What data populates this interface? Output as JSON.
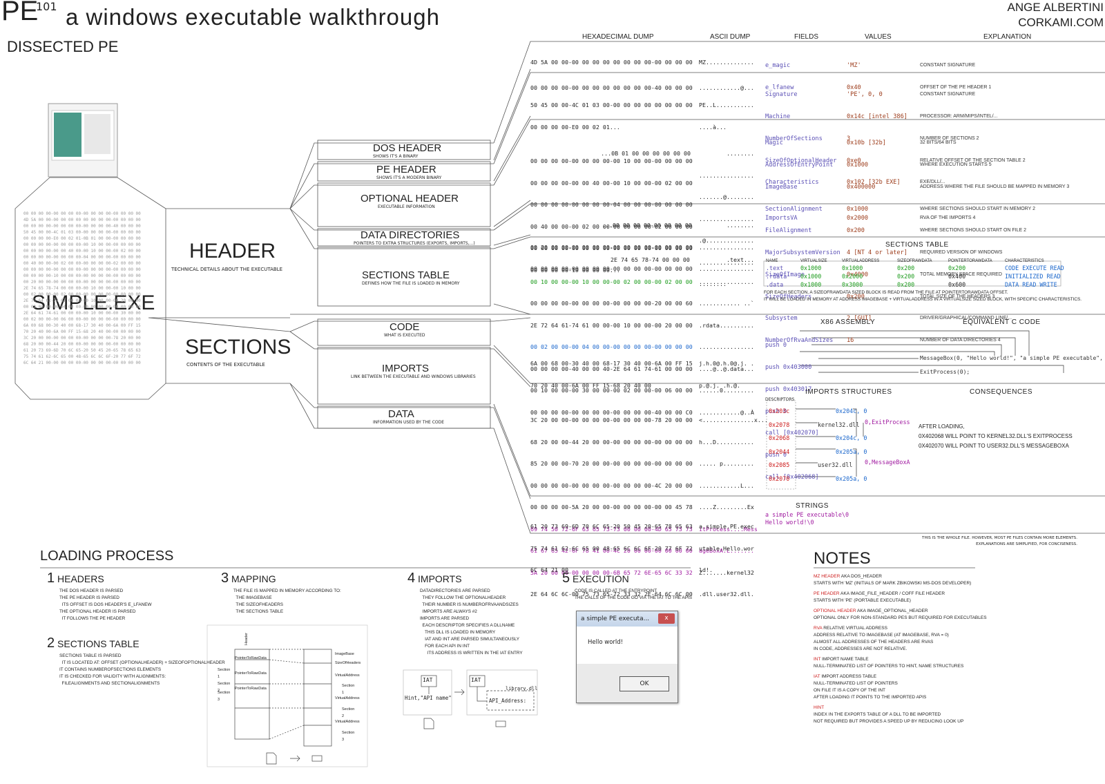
{
  "title": {
    "pe": "PE",
    "sup": "101",
    "subtitle": "a windows executable walkthrough",
    "author": "ANGE ALBERTINI",
    "site": "CORKAMI.COM"
  },
  "heading": "DISSECTED PE",
  "columns": {
    "hex": "HEXADECIMAL DUMP",
    "ascii": "ASCII DUMP",
    "fields": "FIELDS",
    "values": "VALUES",
    "explanation": "EXPLANATION"
  },
  "left": {
    "file": "SIMPLE.EXE",
    "header": "HEADER",
    "header_sub": "TECHNICAL DETAILS ABOUT THE EXECUTABLE",
    "sections": "SECTIONS",
    "sections_sub": "CONTENTS OF THE EXECUTABLE"
  },
  "mid": [
    {
      "title": "DOS HEADER",
      "sub": "SHOWS IT'S A BINARY"
    },
    {
      "title": "PE HEADER",
      "sub": "SHOWS IT'S A MODERN BINARY"
    },
    {
      "title": "OPTIONAL HEADER",
      "sub": "EXECUTABLE INFORMATION"
    },
    {
      "title": "DATA DIRECTORIES",
      "sub": "POINTERS TO EXTRA STRUCTURES (EXPORTS, IMPORTS,...)"
    },
    {
      "title": "SECTIONS TABLE",
      "sub": "DEFINES HOW THE FILE IS LOADED IN MEMORY"
    },
    {
      "title": "CODE",
      "sub": "WHAT IS EXECUTED"
    },
    {
      "title": "IMPORTS",
      "sub": "LINK BETWEEN THE EXECUTABLE AND WINDOWS LIBRARIES"
    },
    {
      "title": "DATA",
      "sub": "INFORMATION USED BY THE CODE"
    }
  ],
  "dos": {
    "hex": [
      "4D 5A 00 00-00 00 00 00 00 00 00 00-00 00 00 00",
      "00 00 00 00-00 00 00 00 00 00 00 00-40 00 00 00"
    ],
    "ascii": [
      "MZ..............",
      "............@..."
    ],
    "fields": [
      "e_magic",
      "e_lfanew"
    ],
    "values": [
      "'MZ'",
      "0x40"
    ],
    "exp": [
      "CONSTANT SIGNATURE",
      "OFFSET OF THE PE HEADER 1"
    ]
  },
  "pe": {
    "hex": [
      "50 45 00 00-4C 01 03 00-00 00 00 00 00 00 00 00",
      "00 00 00 00-E0 00 02 01..."
    ],
    "ascii": [
      "PE..L...........",
      "....à..."
    ],
    "fields": [
      "Signature",
      "Machine",
      "NumberOfSections",
      "SizeOfOptionalHeader",
      "Characteristics"
    ],
    "values": [
      "'PE', 0, 0",
      "0x14c [intel 386]",
      "3",
      "0xe0",
      "0x102 [32b EXE]"
    ],
    "exp": [
      "CONSTANT SIGNATURE",
      "PROCESSOR: ARM/MIPS/INTEL/...",
      "NUMBER OF SECTIONS 2",
      "RELATIVE OFFSET OF THE SECTION TABLE 2",
      "EXE/DLL/..."
    ]
  },
  "opt": {
    "hex": [
      "...0B 01 00 00 00 00 00 00",
      "00 00 00 00-00 00 00 00-00 10 00 00-00 00 00 00",
      "00 00 00 00-00 00 40 00-00 10 00 00-00 02 00 00",
      "00 00 00 00-00 00 00 00-04 00 00 00-00 00 00 00",
      "00 40 00 00-00 02 00 00-00 00 00 00-02 00 00 00",
      "00 00 00 00-00 00 00 00-00 00 00 00-00 00 00 00",
      "00 00 00 00-10 00 00 00..."
    ],
    "ascii": [
      "........",
      "................",
      ".......@........",
      "................",
      ".@..............",
      "................",
      "........"
    ],
    "fields": [
      "Magic",
      "AddressOfEntryPoint",
      "ImageBase",
      "SectionAlignment",
      "FileAlignment",
      "MajorSubsystemVersion",
      "SizeOfImage",
      "SizeOfHeaders",
      "Subsystem",
      "NumberOfRvaAndSizes"
    ],
    "values": [
      "0x10b [32b]",
      "0x1000",
      "0x400000",
      "0x1000",
      "0x200",
      "4 [NT 4 or later]",
      "0x4000",
      "0x200",
      "2 [GUI]",
      "16"
    ],
    "exp": [
      "32 BITS/64 BITS",
      "WHERE EXECUTION STARTS 5",
      "ADDRESS WHERE THE FILE SHOULD BE MAPPED IN MEMORY 3",
      "WHERE SECTIONS SHOULD START IN MEMORY 2",
      "WHERE SECTIONS SHOULD START ON FILE 2",
      "REQUIRED VERSION OF WINDOWS",
      "TOTAL MEMORY SPACE REQUIRED",
      "TOTAL SIZE OF THE HEADERS 3",
      "DRIVER/GRAPHICAL/COMMAND LINE/...",
      "NUMBER OF DATA DIRECTORIES 4"
    ]
  },
  "dd": {
    "hex": [
      "...00 00 00 00-00 00 00 00",
      "00 20 00 00-00 00 00 00-00 00 00 00-00 00 00 00",
      "00 00 00 00-00 00 00 00-00 00 00 00-00 00 00 00"
    ],
    "ascii": [
      "........",
      "................",
      "................"
    ],
    "fields": [
      "ImportsVA"
    ],
    "values": [
      "0x2000"
    ],
    "exp": [
      "RVA OF THE IMPORTS 4"
    ]
  },
  "st": {
    "hex": [
      "2E 74 65 78-74 00 00 00",
      "00 10 00 00-00 10 00 00-00 02 00 00-00 02 00 00",
      "00 00 00 00-00 00 00 00-00 00 00 00-20 00 00 60",
      "2E 72 64 61-74 61 00 00-00 10 00 00-00 20 00 00",
      "00 02 00 00-00 04 00 00-00 00 00 00-00 00 00 00",
      "00 00 00 00-40 00 00 40-2E 64 61 74-61 00 00 00",
      "00 10 00 00-00 30 00 00-00 02 00 00-00 06 00 00",
      "00 00 00 00-00 00 00 00-00 00 00 00-40 00 00 C0"
    ],
    "ascii": [
      ".text...",
      "................",
      "............ ..`",
      ".rdata..........",
      "................",
      "....@..@.data...",
      "......0.........",
      "............@..À"
    ],
    "title": "SECTIONS TABLE",
    "cols": [
      "NAME",
      "VIRTUALSIZE",
      "VIRTUALADDRESS",
      "SIZEOFRAWDATA",
      "POINTERTORAWDATA",
      "CHARACTERISTICS"
    ],
    "rows": [
      {
        "name": ".text",
        "vs": "0x1000",
        "va": "0x1000",
        "srd": "0x200",
        "ptr": "0x200",
        "ch": "CODE EXECUTE READ"
      },
      {
        "name": ".rdata",
        "vs": "0x1000",
        "va": "0x2000",
        "srd": "0x200",
        "ptr": "0x400",
        "ch": "INITIALIZED READ"
      },
      {
        "name": ".data",
        "vs": "0x1000",
        "va": "0x3000",
        "srd": "0x200",
        "ptr": "0x600",
        "ch": "DATA READ WRITE"
      }
    ],
    "note1": "FOR EACH SECTION, A SIZEOFRAWDATA SIZED BLOCK IS READ FROM THE FILE AT POINTERTORAWDATA OFFSET.",
    "note2": "IT WILL BE LOADED IN MEMORY AT ADDRESS IMAGEBASE + VIRTUALADDRESS IN A VIRTUALSIZE SIZED BLOCK, WITH SPECIFIC CHARACTERISTICS."
  },
  "code": {
    "hex": [
      "6A 00 68 00-30 40 00 68-17 30 40 00-6A 00 FF 15",
      "70 20 40 00-6A 00 FF 15-68 20 40 00"
    ],
    "ascii": [
      "j.h.0@.h.0@.j. .",
      "p.@.j. .h.@."
    ],
    "asm_title": "X86 ASSEMBLY",
    "c_title": "EQUIVALENT C CODE",
    "asm": [
      "push 0",
      "push 0x403000",
      "push 0x403017",
      "push 0",
      "call [0x402070]",
      "push 0",
      "call [0x402068]"
    ],
    "c1": "MessageBox(0, \"Hello world!\", \"a simple PE executable\", 0);",
    "c2": "ExitProcess(0);"
  },
  "imp": {
    "hex": [
      "3C 20 00 00-00 00 00 00-00 00 00 00-78 20 00 00",
      "68 20 00 00-44 20 00 00-00 00 00 00-00 00 00 00",
      "85 20 00 00-70 20 00 00-00 00 00 00-00 00 00 00",
      "00 00 00 00-00 00 00 00-00 00 00 00-4C 20 00 00",
      "00 00 00 00-5A 20 00 00-00 00 00 00-00 00 45 78",
      "69 74 50 72-6F 63 65 73-73 00 00 00-4D 65 73 73",
      "61 67 65 42-6F 78 41 00-4C 20 00 00-00 00 00 00",
      "5A 20 00 00-00 00 00 00-6B 65 72 6E-65 6C 33 32",
      "2E 64 6C 6C-00 75 73 65-72 33 32 2E-64 6C 6C 00"
    ],
    "ascii": [
      "<...............x...",
      "h...D...........",
      "..... p.........",
      "............L...",
      "....Z.........Ex",
      "itProcess....Mess",
      "ageBoxA.L.......",
      "Z.......kernel32",
      ".dll.user32.dll."
    ],
    "title": "IMPORTS STRUCTURES",
    "cons_title": "CONSEQUENCES",
    "desc": "DESCRIPTORS",
    "addr": [
      "0x203c",
      "0x2078",
      "0x2068",
      "0x2044",
      "0x2085",
      "0x2070"
    ],
    "mid": [
      "0x204c, 0",
      "kernel32.dll",
      "0x204c, 0",
      "0x205a, 0",
      "user32.dll",
      "0x205a, 0"
    ],
    "funcs": [
      "0,ExitProcess",
      "0,MessageBoxA"
    ],
    "cons": [
      "AFTER LOADING,",
      "0X402068 WILL POINT TO KERNEL32.DLL'S EXITPROCESS",
      "0X402070 WILL POINT TO USER32.DLL'S MESSAGEBOXA"
    ]
  },
  "data": {
    "hex": [
      "61 20 73 69-6D 70 6C 65-20 50 45 20-65 78 65 63",
      "75 74 61 62-6C 65 00 48-65 6C 6C 6F-20 77 6F 72",
      "6C 64 21 00"
    ],
    "ascii": [
      "a.simple.PE.exec",
      "utable.Hello.wor",
      "ld!."
    ],
    "title": "STRINGS",
    "strings": [
      "a simple PE executable\\0",
      "Hello world!\\0"
    ]
  },
  "footnote": [
    "THIS IS THE WHOLE FILE. HOWEVER, MOST PE FILES CONTAIN MORE ELEMENTS.",
    "EXPLANATIONS ARE SIMPLIFIED, FOR CONCISENESS."
  ],
  "loading": {
    "title": "LOADING PROCESS",
    "steps": [
      {
        "n": "1",
        "t": "HEADERS",
        "lines": [
          "THE DOS HEADER IS PARSED",
          "THE PE HEADER IS PARSED",
          "  ITS OFFSET IS DOS HEADER'S E_LFANEW",
          "THE OPTIONAL HEADER IS PARSED",
          "  IT FOLLOWS THE PE HEADER"
        ]
      },
      {
        "n": "2",
        "t": "SECTIONS TABLE",
        "lines": [
          "SECTIONS TABLE IS PARSED",
          "  IT IS LOCATED AT: OFFSET (OPTIONALHEADER) + SIZEOFOPTIONALHEADER",
          "IT CONTAINS NUMBEROFSECTIONS ELEMENTS",
          "IT IS CHECKED FOR VALIDITY WITH ALIGNMENTS:",
          "  FILEALIGNMENTS AND SECTIONALIGNMENTS"
        ]
      },
      {
        "n": "3",
        "t": "MAPPING",
        "lines": [
          "THE FILE IS MAPPED IN MEMORY ACCORDING TO:",
          "  THE IMAGEBASE",
          "  THE SIZEOFHEADERS",
          "  THE SECTIONS TABLE"
        ]
      },
      {
        "n": "4",
        "t": "IMPORTS",
        "lines": [
          "DATADIRECTORIES ARE PARSED",
          "  THEY FOLLOW THE OPTIONALHEADER",
          "  THEIR NUMBER IS NUMBEROFRVAANDSIZES",
          "  IMPORTS ARE ALWAYS #2",
          "IMPORTS ARE PARSED",
          "  EACH DESCRIPTOR SPECIFIES A DLLNAME",
          "    THIS DLL IS LOADED IN MEMORY",
          "    IAT AND INT ARE PARSED SIMULTANEOUSLY",
          "    FOR EACH API IN INT",
          "      ITS ADDRESS IS WRITTEN IN THE IAT ENTRY"
        ]
      },
      {
        "n": "5",
        "t": "EXECUTION",
        "lines": [
          "CODE IS CALLED AT THE ENTRYPOINT",
          "THE CALLS OF THE CODE GO VIA THE IAT TO THE APIS"
        ]
      }
    ],
    "diagram": [
      "Header",
      "Section 1",
      "Section 2",
      "Section 3",
      "PointerToRawData",
      "PointerToRawData",
      "PointerToRawData",
      "ImageBase",
      "SizeOfHeaders",
      "VirtualAddress",
      "VirtualAddress",
      "VirtualAddress",
      "Section 1",
      "Section 2",
      "Section 3"
    ],
    "iat": {
      "iat1": "IAT",
      "hint": "Hint,\"API name\"",
      "iat2": "IAT",
      "lib": "library.dll",
      "api": "API_Address:"
    }
  },
  "dialog": {
    "title": "a simple PE executa...",
    "message": "Hello world!",
    "ok": "OK",
    "close": "x"
  },
  "notes": {
    "title": "NOTES",
    "items": [
      {
        "k": "MZ HEADER",
        "t": " AKA DOS_HEADER",
        "d": [
          "STARTS WITH 'MZ' (INITIALS OF MARK ZBIKOWSKI MS-DOS DEVELOPER)"
        ]
      },
      {
        "k": "PE HEADER",
        "t": " AKA IMAGE_FILE_HEADER / COFF FILE HEADER",
        "d": [
          "STARTS WITH 'PE' (PORTABLE EXECUTABLE)"
        ]
      },
      {
        "k": "OPTIONAL HEADER",
        "t": " AKA IMAGE_OPTIONAL_HEADER",
        "d": [
          "OPTIONAL ONLY FOR NON-STANDARD PES BUT REQUIRED FOR EXECUTABLES"
        ]
      },
      {
        "k": "RVA",
        "t": " RELATIVE VIRTUAL ADDRESS",
        "d": [
          "ADDRESS RELATIVE TO IMAGEBASE (AT IMAGEBASE, RVA = 0)",
          "ALMOST ALL ADDRESSES OF THE HEADERS ARE RVAS",
          "IN CODE, ADDRESSES ARE NOT RELATIVE."
        ]
      },
      {
        "k": "INT",
        "t": " IMPORT NAME TABLE",
        "d": [
          "NULL-TERMINATED LIST OF POINTERS TO HINT, NAME STRUCTURES"
        ]
      },
      {
        "k": "IAT",
        "t": " IMPORT ADDRESS TABLE",
        "d": [
          "NULL-TERMINATED LIST OF POINTERS",
          "ON FILE IT IS A COPY OF THE INT",
          "AFTER LOADING IT POINTS TO THE IMPORTED APIS"
        ]
      },
      {
        "k": "HINT",
        "t": "",
        "d": [
          "INDEX IN THE EXPORTS TABLE OF A DLL TO BE IMPORTED",
          "NOT REQUIRED BUT PROVIDES A SPEED UP BY REDUCING LOOK UP"
        ]
      }
    ]
  }
}
